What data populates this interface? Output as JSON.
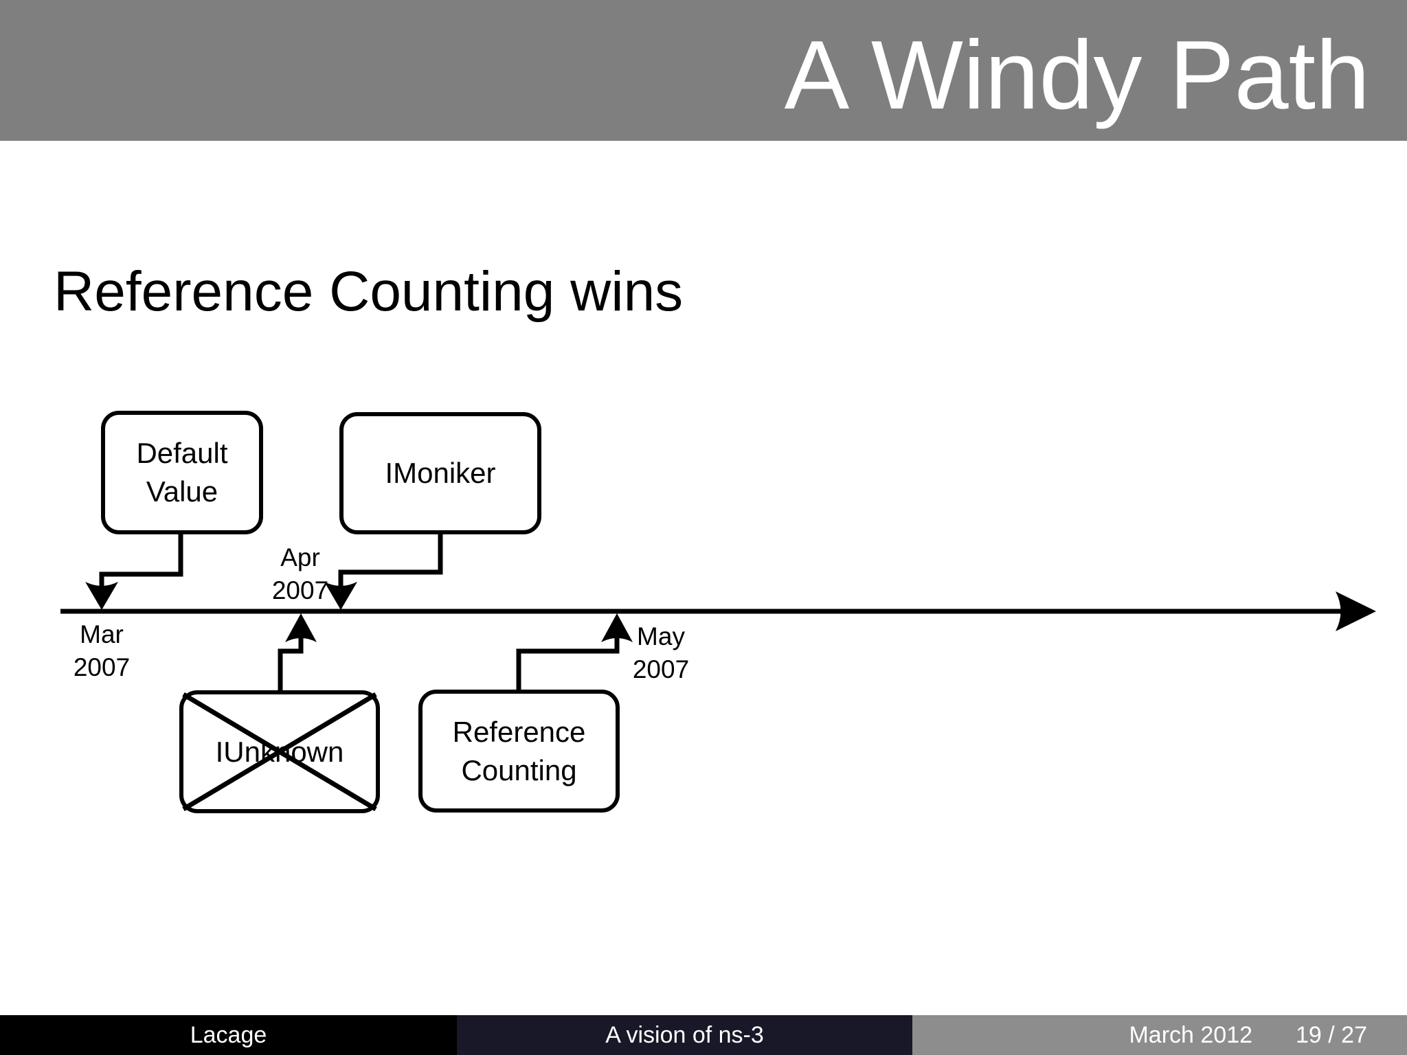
{
  "header": {
    "title": "A Windy Path",
    "bg_color": "#7f7f7f",
    "text_color": "#ffffff"
  },
  "slide": {
    "heading": "Reference Counting wins"
  },
  "diagram": {
    "boxes": {
      "default_value": {
        "line1": "Default",
        "line2": "Value"
      },
      "imoniker": {
        "line1": "IMoniker"
      },
      "iunknown": {
        "line1": "IUnknown",
        "crossed_out": true
      },
      "reference_counting": {
        "line1": "Reference",
        "line2": "Counting"
      }
    },
    "labels": {
      "mar": {
        "line1": "Mar",
        "line2": "2007"
      },
      "apr": {
        "line1": "Apr",
        "line2": "2007"
      },
      "may": {
        "line1": "May",
        "line2": "2007"
      }
    },
    "line_color": "#000000"
  },
  "footer": {
    "author": "Lacage",
    "presentation_title": "A vision of ns-3",
    "date": "March 2012",
    "page": "19 / 27",
    "author_bg": "#000000",
    "title_bg": "#181828",
    "meta_bg": "#8d8d8d"
  }
}
